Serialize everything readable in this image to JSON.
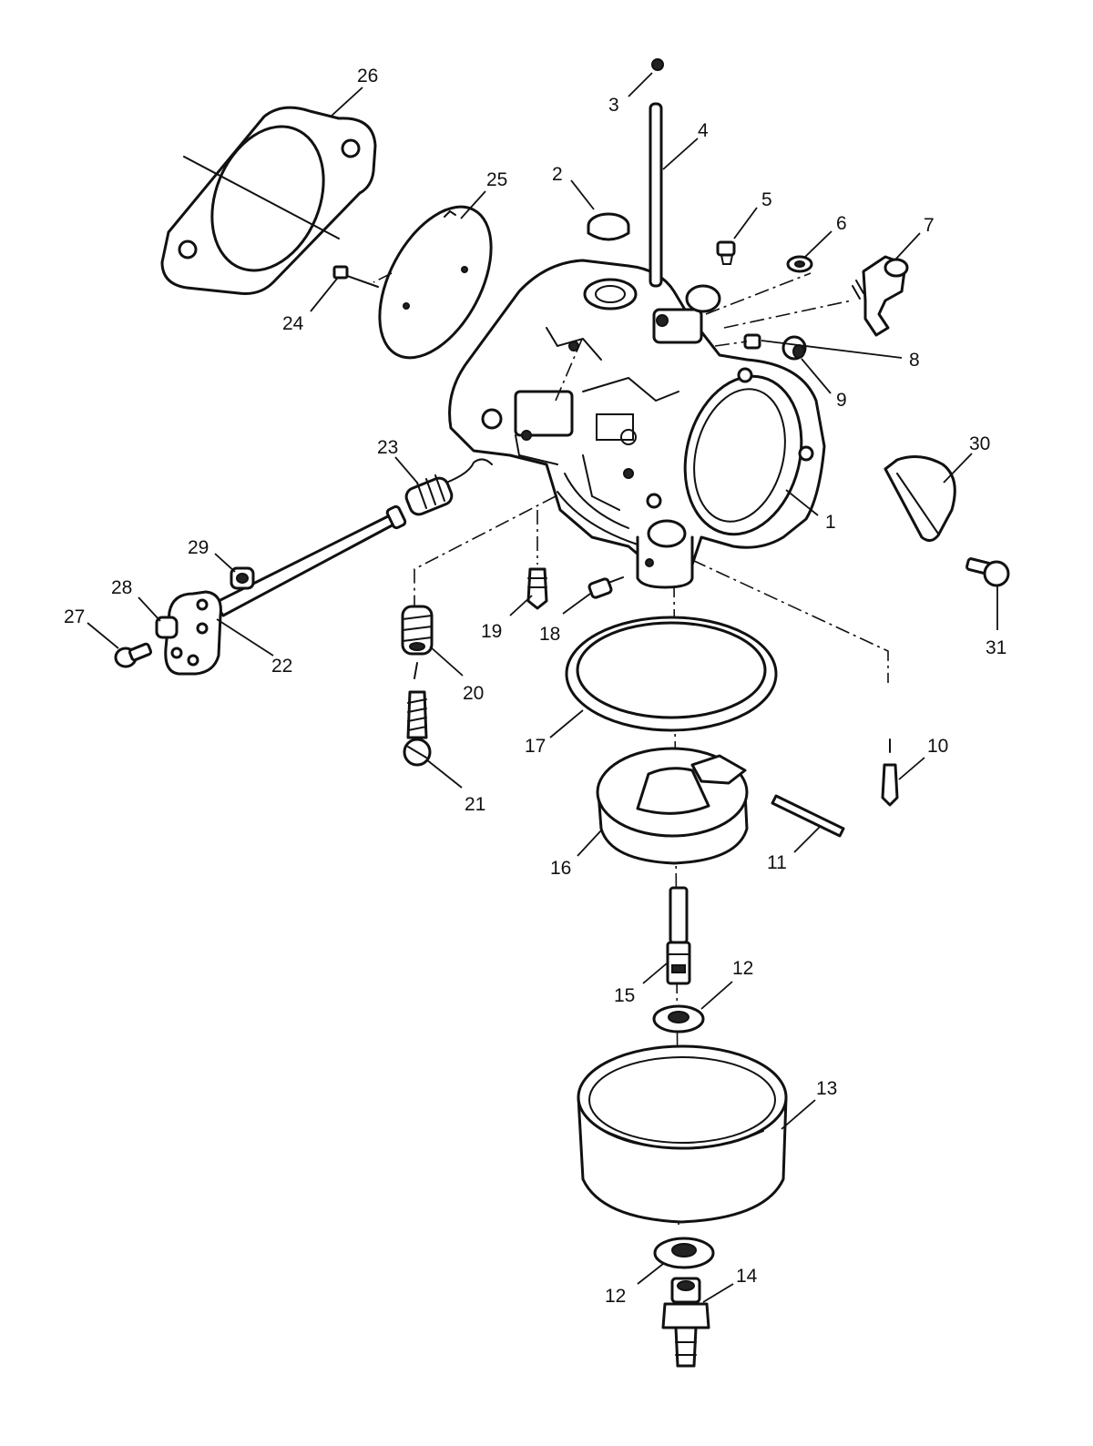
{
  "diagram": {
    "callouts": [
      {
        "id": "c1",
        "text": "1"
      },
      {
        "id": "c2",
        "text": "2"
      },
      {
        "id": "c3",
        "text": "3"
      },
      {
        "id": "c4",
        "text": "4"
      },
      {
        "id": "c5",
        "text": "5"
      },
      {
        "id": "c6",
        "text": "6"
      },
      {
        "id": "c7",
        "text": "7"
      },
      {
        "id": "c8",
        "text": "8"
      },
      {
        "id": "c9",
        "text": "9"
      },
      {
        "id": "c10",
        "text": "10"
      },
      {
        "id": "c11",
        "text": "11"
      },
      {
        "id": "c12a",
        "text": "12"
      },
      {
        "id": "c12b",
        "text": "12"
      },
      {
        "id": "c13",
        "text": "13"
      },
      {
        "id": "c14",
        "text": "14"
      },
      {
        "id": "c15",
        "text": "15"
      },
      {
        "id": "c16",
        "text": "16"
      },
      {
        "id": "c17",
        "text": "17"
      },
      {
        "id": "c18",
        "text": "18"
      },
      {
        "id": "c19",
        "text": "19"
      },
      {
        "id": "c20",
        "text": "20"
      },
      {
        "id": "c21",
        "text": "21"
      },
      {
        "id": "c22",
        "text": "22"
      },
      {
        "id": "c23",
        "text": "23"
      },
      {
        "id": "c24",
        "text": "24"
      },
      {
        "id": "c25",
        "text": "25"
      },
      {
        "id": "c26",
        "text": "26"
      },
      {
        "id": "c27",
        "text": "27"
      },
      {
        "id": "c28",
        "text": "28"
      },
      {
        "id": "c29",
        "text": "29"
      },
      {
        "id": "c30",
        "text": "30"
      },
      {
        "id": "c31",
        "text": "31"
      }
    ]
  }
}
